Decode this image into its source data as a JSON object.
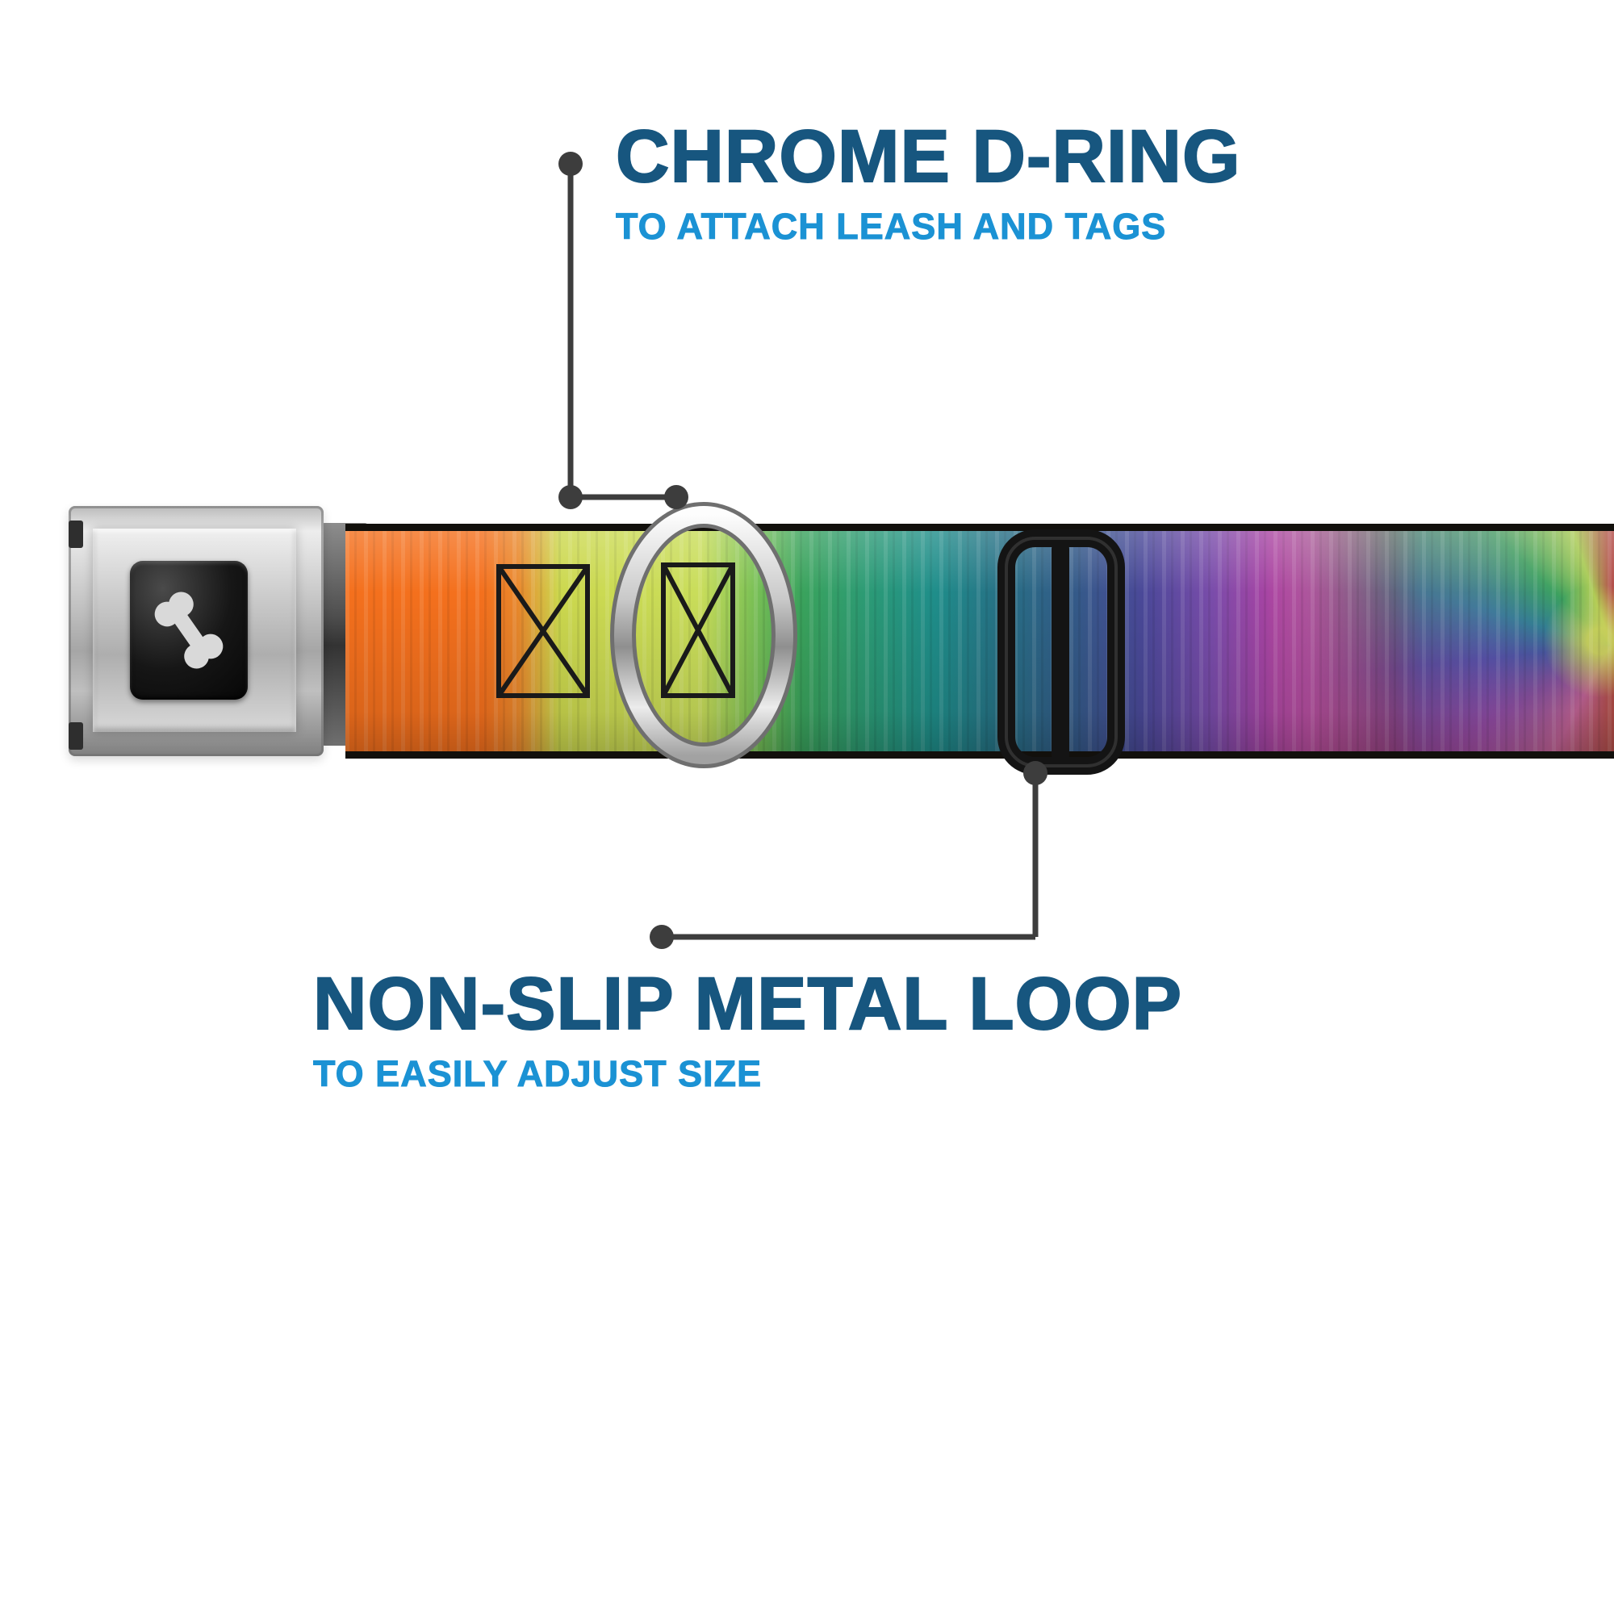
{
  "annotations": {
    "top": {
      "title": "CHROME D-RING",
      "subtitle": "TO ATTACH LEASH AND TAGS"
    },
    "bottom": {
      "title": "NON-SLIP METAL LOOP",
      "subtitle": "TO EASILY ADJUST SIZE"
    }
  },
  "colors": {
    "title_text": "#17567f",
    "subtitle_text": "#1b92d4",
    "callout_line": "#3d3d3d",
    "buckle_chrome": "#c2c2c2",
    "buckle_window": "#0a0a0a",
    "slider_black": "#141414",
    "strap_tiedye_palette": [
      "#f4701d",
      "#ccd84e",
      "#3aa35c",
      "#1f8e8a",
      "#335b88",
      "#7a4caa",
      "#cb4f9b",
      "#c93a3e",
      "#3aa06e"
    ]
  },
  "icons": {
    "buckle_logo": "dog-bone-icon",
    "top_callout_target": "d-ring",
    "bottom_callout_target": "tri-glide-metal-loop"
  }
}
